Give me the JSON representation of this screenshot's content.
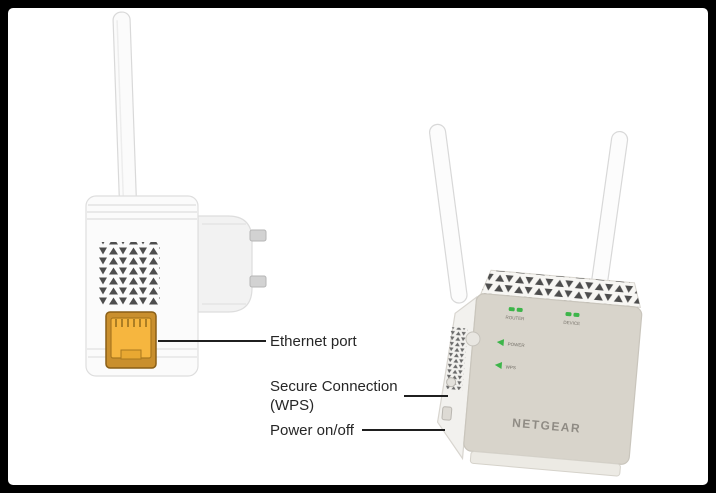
{
  "frame": {
    "bg": "#000000",
    "canvas_bg": "#ffffff"
  },
  "callouts": {
    "ethernet_port": "Ethernet port",
    "secure_connection_line1": "Secure Connection",
    "secure_connection_line2": "(WPS)",
    "power": "Power on/off"
  },
  "front_panel": {
    "router_label": "ROUTER",
    "device_label": "DEVICE",
    "power_label": "POWER",
    "wps_label": "WPS",
    "brand": "NETGEAR"
  },
  "icons": {
    "router_led": "green-led-bar",
    "device_led": "green-led-bar",
    "power_indicator": "green-triangle",
    "wps_indicator": "green-triangle"
  },
  "colors": {
    "led_green": "#3db54a",
    "ethernet_yellow": "#f6b63f",
    "ethernet_bezel": "#c98f2e",
    "vent_dark": "#4d4d4d",
    "front_face": "#d8d4cb",
    "brand_text": "#8f8b84",
    "callout_text": "#262626",
    "leader_line": "#1f1f1f"
  }
}
